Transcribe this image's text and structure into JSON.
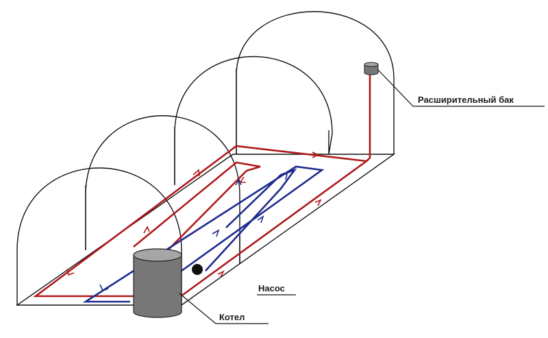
{
  "labels": {
    "expansion_tank": "Расширительный бак",
    "pump": "Насос",
    "boiler": "Котел"
  },
  "colors": {
    "frame": "#111111",
    "supply_pipe": "#b01818",
    "return_pipe": "#1c2a8c",
    "boiler_body": "#777777",
    "boiler_top": "#a6a6a6",
    "pump": "#111111"
  },
  "legend_icons": [
    "greenhouse-frame",
    "boiler",
    "pump",
    "expansion-tank",
    "supply-pipe",
    "return-pipe"
  ]
}
